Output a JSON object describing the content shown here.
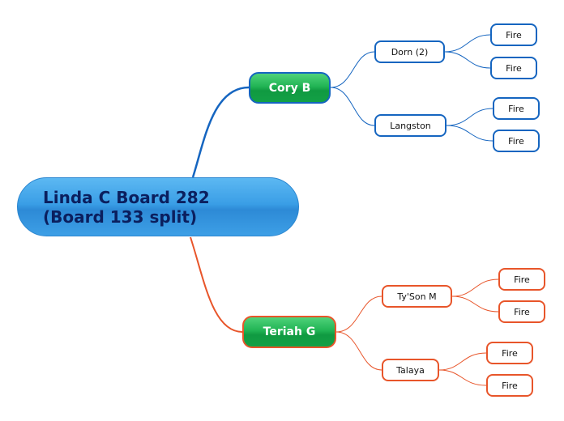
{
  "root": {
    "label": "Linda C Board 282\n(Board 133 split)"
  },
  "branches": [
    {
      "label": "Cory B",
      "color": "#1565c0",
      "children": [
        {
          "label": "Dorn (2)",
          "children": [
            "Fire",
            "Fire"
          ]
        },
        {
          "label": "Langston",
          "children": [
            "Fire",
            "Fire"
          ]
        }
      ]
    },
    {
      "label": "Teriah G",
      "color": "#e8552a",
      "children": [
        {
          "label": "Ty'Son M",
          "children": [
            "Fire",
            "Fire"
          ]
        },
        {
          "label": "Talaya",
          "children": [
            "Fire",
            "Fire"
          ]
        }
      ]
    }
  ]
}
